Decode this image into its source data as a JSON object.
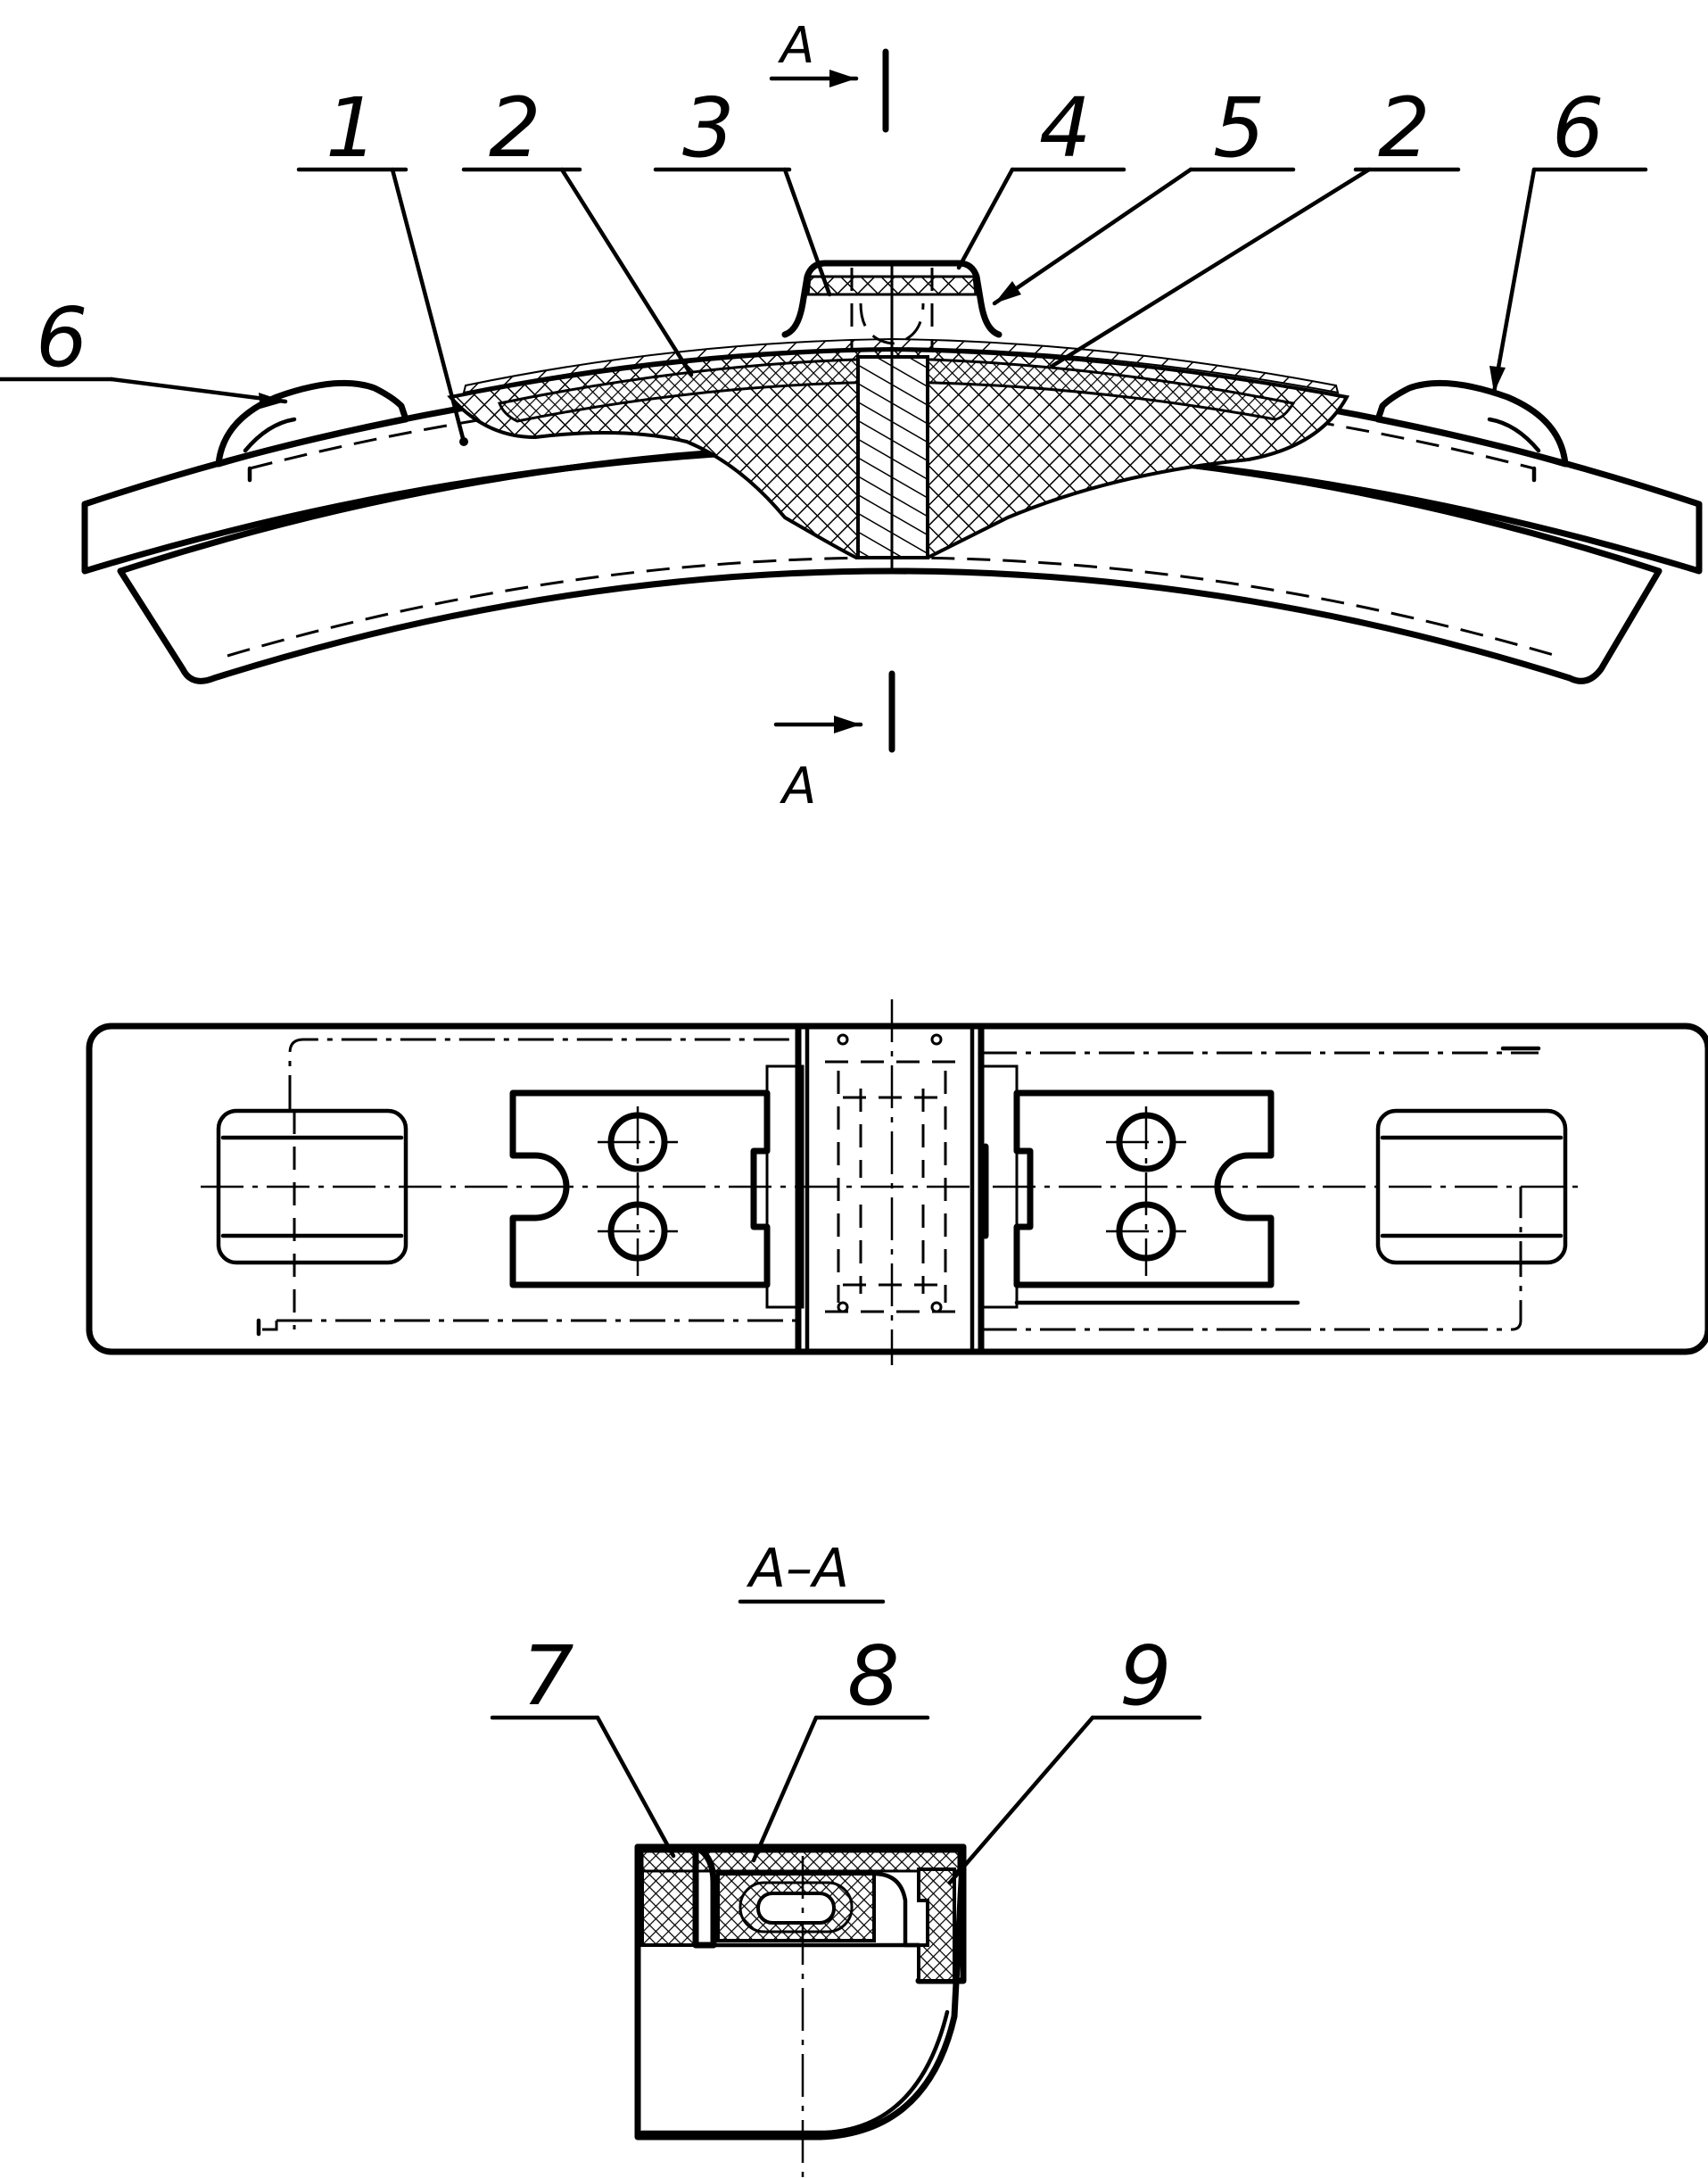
{
  "section_markers": {
    "top": "A",
    "bottom": "A"
  },
  "section_title": "A–A",
  "callouts": {
    "c1": "1",
    "c2a": "2",
    "c3": "3",
    "c4": "4",
    "c5": "5",
    "c2b": "2",
    "c6a": "6",
    "c6b": "6",
    "c7": "7",
    "c8": "8",
    "c9": "9"
  }
}
